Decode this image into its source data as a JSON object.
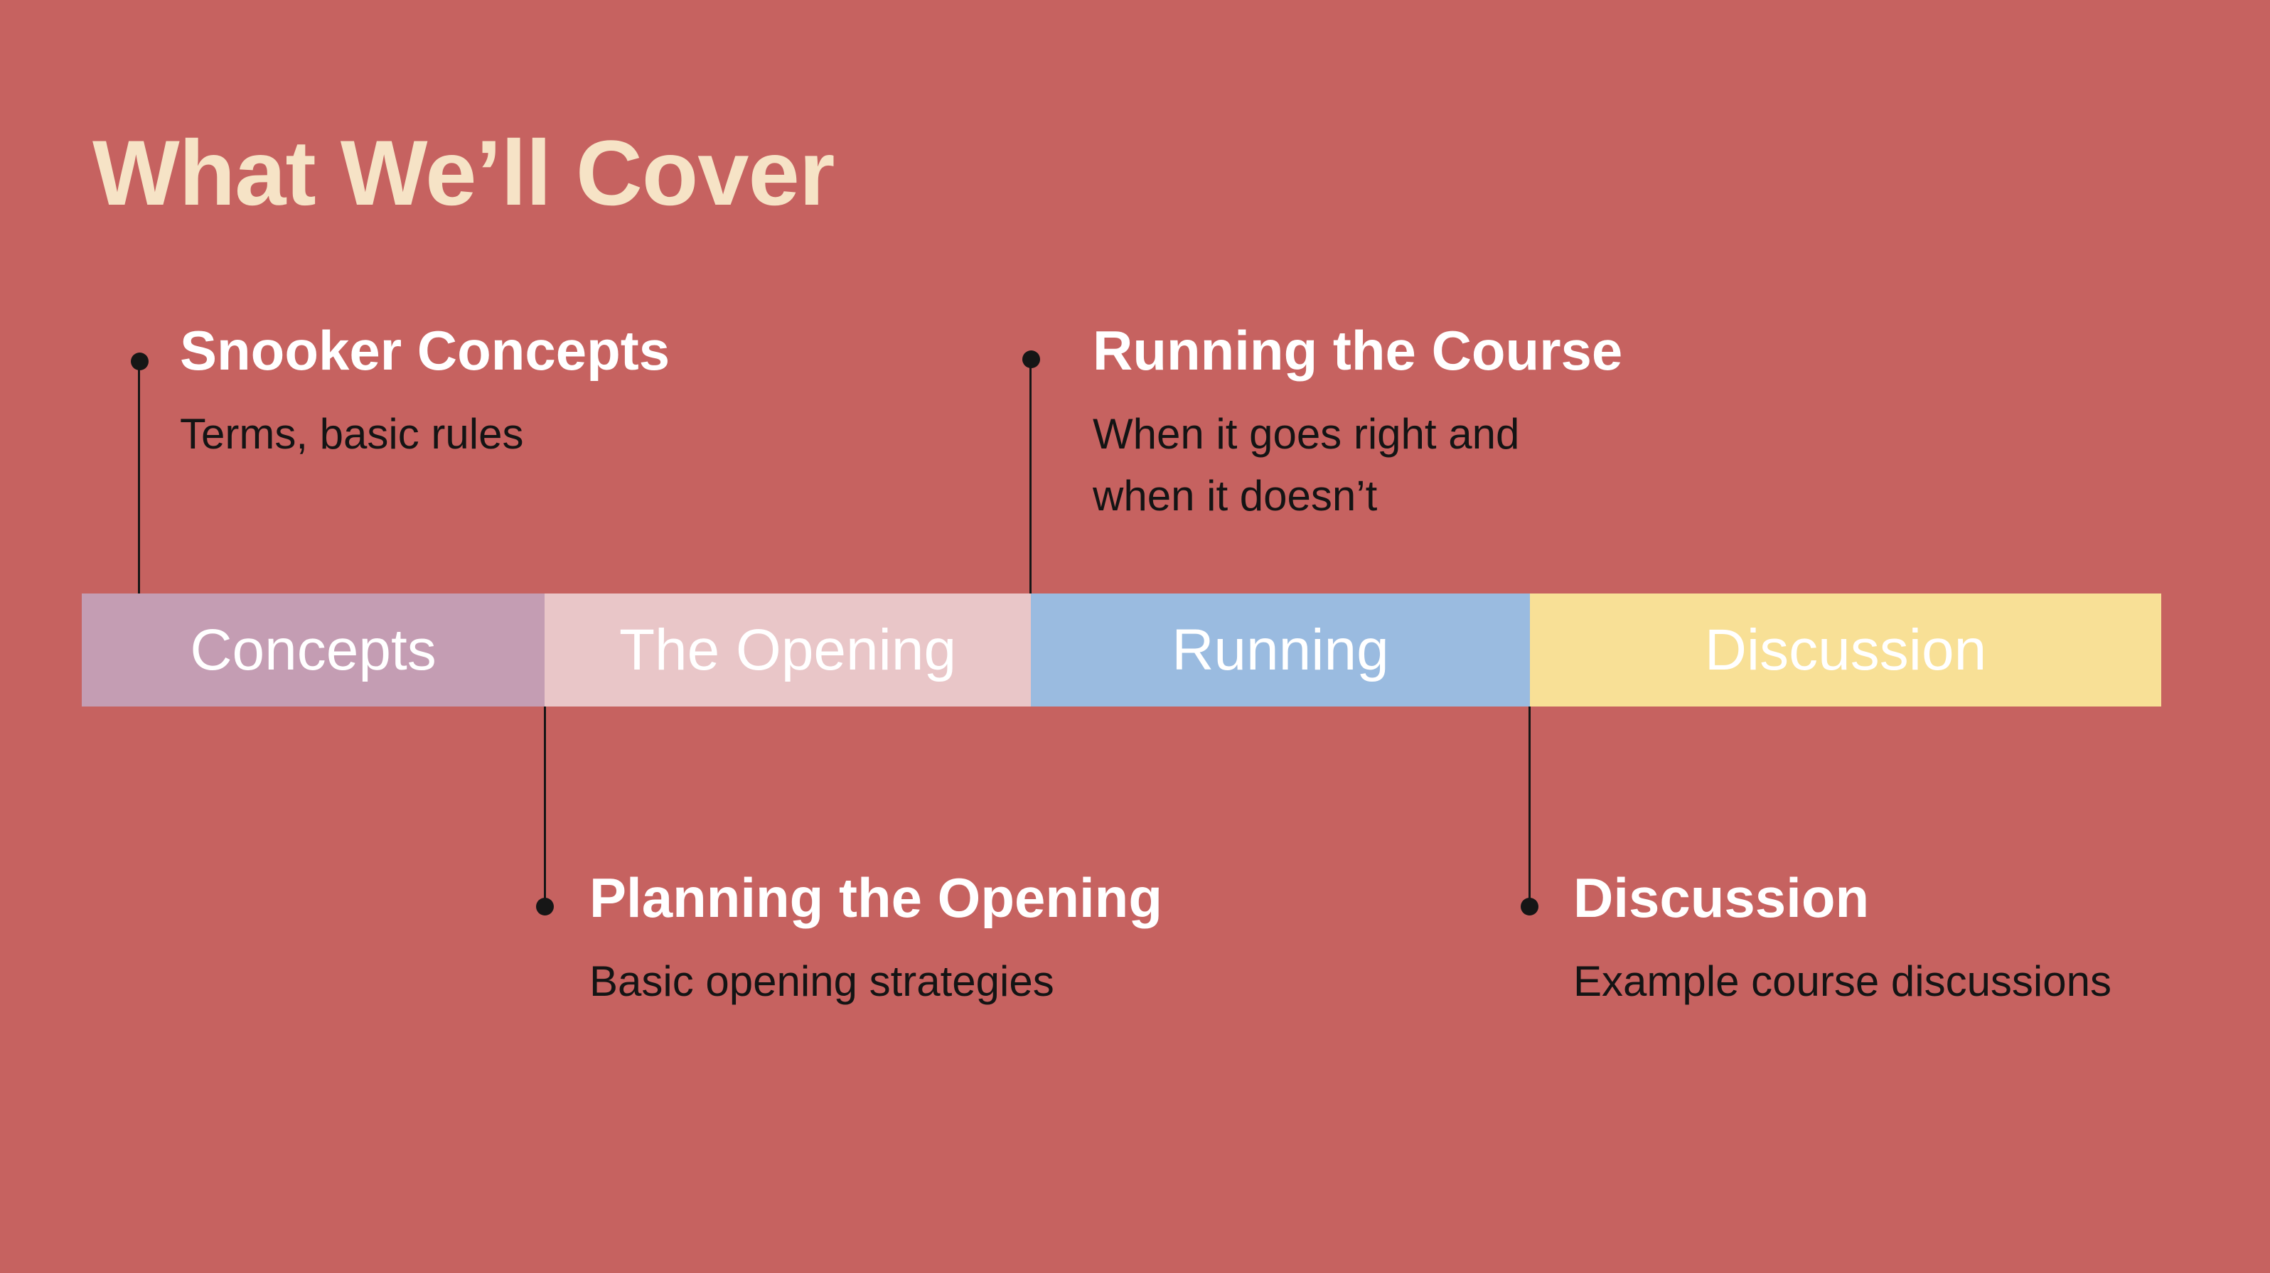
{
  "slide": {
    "title": "What We’ll Cover",
    "colors": {
      "background": "#C66260",
      "title_text": "#F6E3C6",
      "heading_text": "#FFFFFF",
      "body_text": "#141414",
      "connector": "#161616"
    }
  },
  "timeline": {
    "segments": [
      {
        "label": "Concepts",
        "color": "#C49DB3"
      },
      {
        "label": "The Opening",
        "color": "#E9C6C8"
      },
      {
        "label": "Running",
        "color": "#9ABBE0"
      },
      {
        "label": "Discussion",
        "color": "#F8E096"
      }
    ]
  },
  "callouts": [
    {
      "heading": "Snooker Concepts",
      "body": "Terms, basic rules"
    },
    {
      "heading": "Planning the Opening",
      "body": "Basic opening strategies"
    },
    {
      "heading": "Running the Course",
      "body": "When it goes right and\nwhen it doesn’t"
    },
    {
      "heading": "Discussion",
      "body": "Example course discussions"
    }
  ]
}
